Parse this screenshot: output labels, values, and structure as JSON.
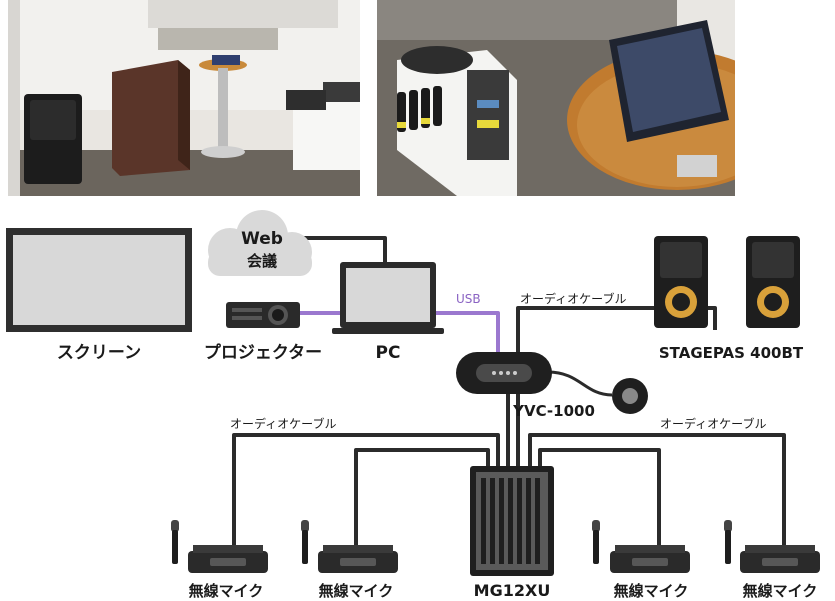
{
  "photos": {
    "left": {
      "description_hidden": ""
    },
    "right": {
      "description_hidden": ""
    }
  },
  "labels": {
    "screen": "スクリーン",
    "projector": "プロジェクター",
    "pc": "PC",
    "web_meeting_line1": "Web",
    "web_meeting_line2": "会議",
    "usb": "USB",
    "audio_cable_top": "オーディオケーブル",
    "audio_cable_left": "オーディオケーブル",
    "audio_cable_right": "オーディオケーブル",
    "speakers": "STAGEPAS 400BT",
    "yvc": "YVC-1000",
    "mixer": "MG12XU",
    "mic1": "無線マイク",
    "mic2": "無線マイク",
    "mic3": "無線マイク",
    "mic4": "無線マイク"
  },
  "colors": {
    "cable": "#2b2b2b",
    "usb": "#9b78cf",
    "cloud": "#d9d9d9",
    "device": "#1f1f1f"
  }
}
